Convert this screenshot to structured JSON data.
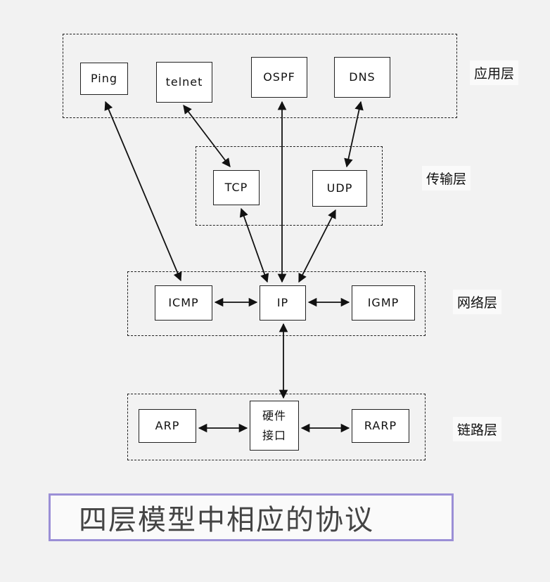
{
  "layers": {
    "application": {
      "label": "应用层"
    },
    "transport": {
      "label": "传输层"
    },
    "network": {
      "label": "网络层"
    },
    "link": {
      "label": "链路层"
    }
  },
  "protocols": {
    "ping": "Ping",
    "telnet": "telnet",
    "ospf": "OSPF",
    "dns": "DNS",
    "tcp": "TCP",
    "udp": "UDP",
    "icmp": "ICMP",
    "ip": "IP",
    "igmp": "IGMP",
    "arp": "ARP",
    "hardware_line1": "硬件",
    "hardware_line2": "接口",
    "rarp": "RARP"
  },
  "caption": "四层模型中相应的协议"
}
